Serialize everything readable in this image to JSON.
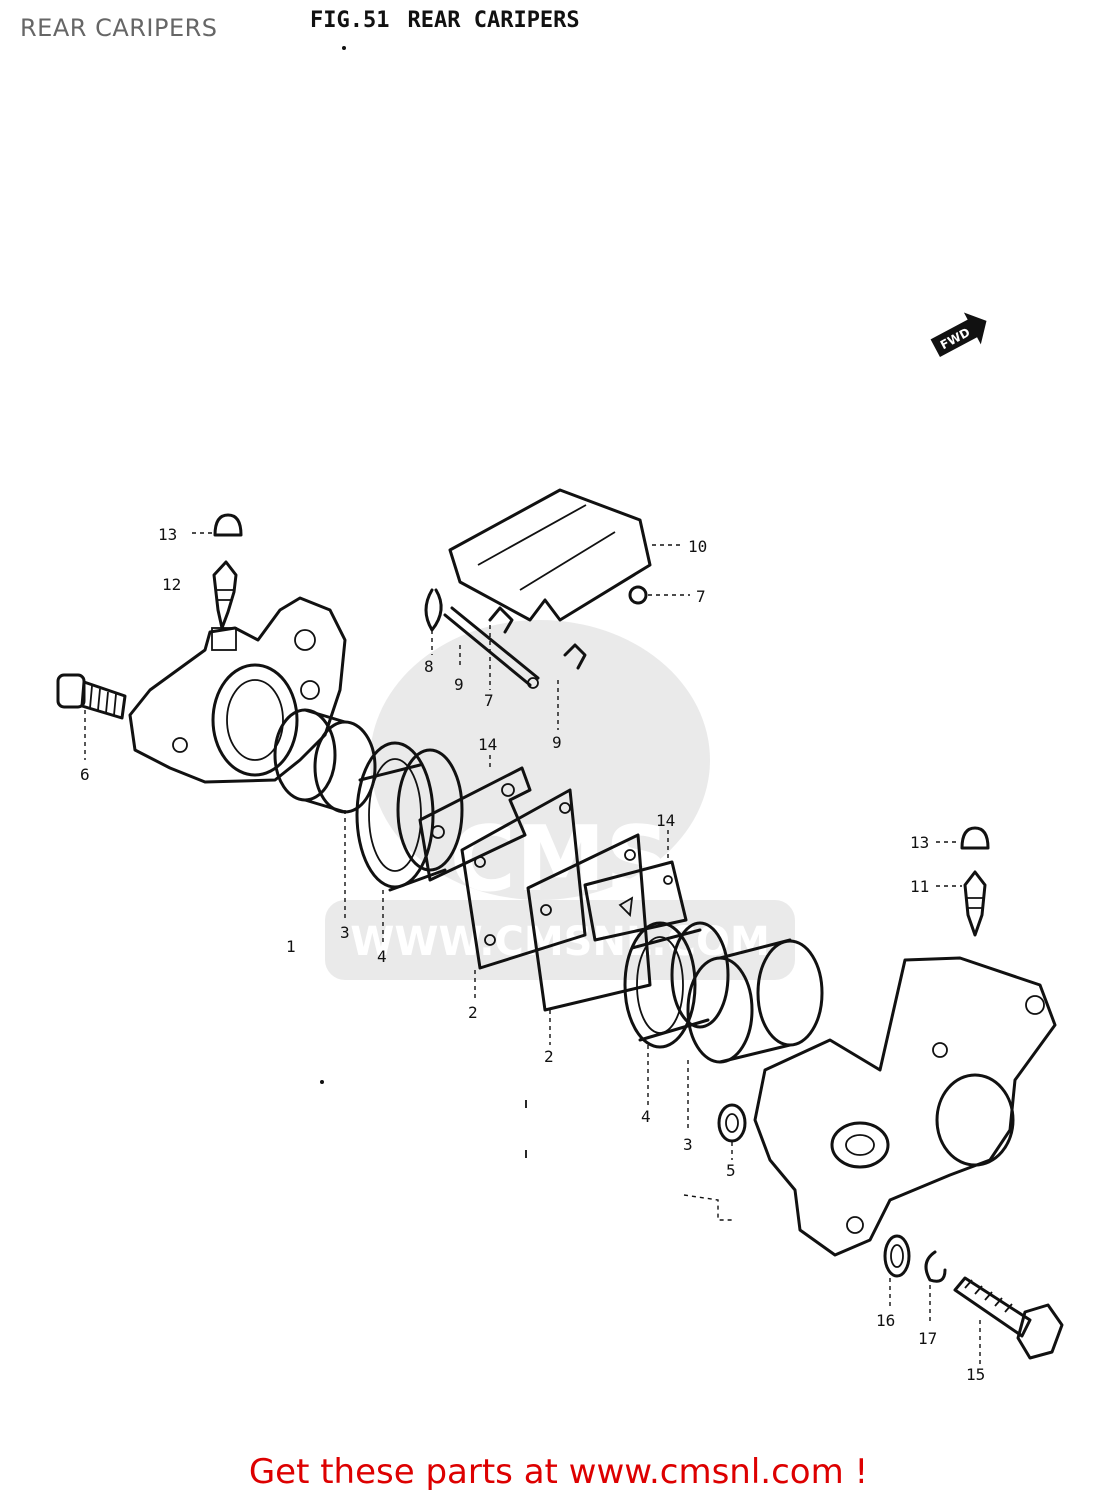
{
  "header": {
    "caption": "REAR CARIPERS",
    "fig_number": "FIG.51",
    "fig_title": "REAR CARIPERS"
  },
  "diagram": {
    "direction_marker": "FWD",
    "callouts": [
      {
        "id": "c13a",
        "label": "13"
      },
      {
        "id": "c12",
        "label": "12"
      },
      {
        "id": "c6",
        "label": "6"
      },
      {
        "id": "c10",
        "label": "10"
      },
      {
        "id": "c7a",
        "label": "7"
      },
      {
        "id": "c8",
        "label": "8"
      },
      {
        "id": "c9a",
        "label": "9"
      },
      {
        "id": "c7b",
        "label": "7"
      },
      {
        "id": "c9b",
        "label": "9"
      },
      {
        "id": "c14a",
        "label": "14"
      },
      {
        "id": "c14b",
        "label": "14"
      },
      {
        "id": "c3a",
        "label": "3"
      },
      {
        "id": "c4a",
        "label": "4"
      },
      {
        "id": "c1a",
        "label": "1"
      },
      {
        "id": "c2a",
        "label": "2"
      },
      {
        "id": "c2b",
        "label": "2"
      },
      {
        "id": "c13b",
        "label": "13"
      },
      {
        "id": "c11",
        "label": "11"
      },
      {
        "id": "c4b",
        "label": "4"
      },
      {
        "id": "c3b",
        "label": "3"
      },
      {
        "id": "c5",
        "label": "5"
      },
      {
        "id": "c16",
        "label": "16"
      },
      {
        "id": "c17",
        "label": "17"
      },
      {
        "id": "c15",
        "label": "15"
      }
    ]
  },
  "watermark": {
    "brand": "CMS",
    "url_text": "WWW.CMSNL.COM"
  },
  "footer": {
    "text": "Get these parts at www.cmsnl.com !"
  }
}
